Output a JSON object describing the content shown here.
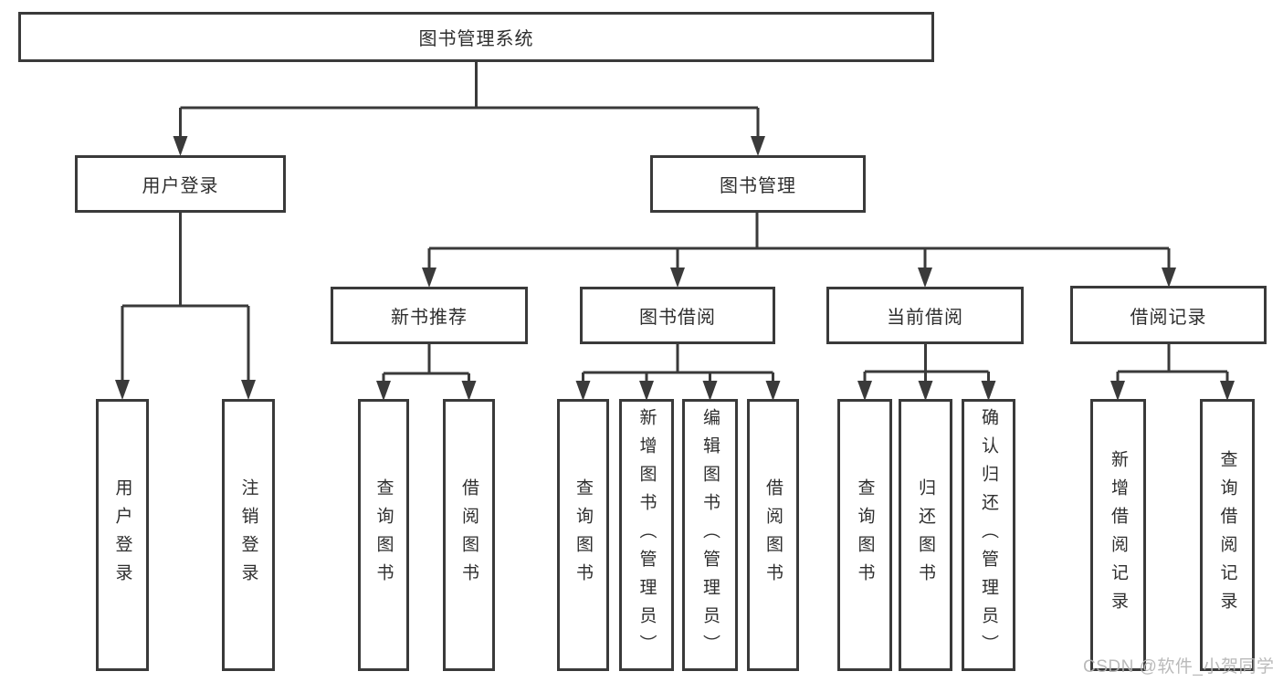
{
  "colors": {
    "line": "#3a3a3a",
    "text": "#2e2e2e",
    "box_background": "#ffffff",
    "page_background": "#ffffff",
    "watermark": "#b3b3b3"
  },
  "diagram": {
    "root": {
      "label": "图书管理系统"
    },
    "branches": [
      {
        "label": "用户登录",
        "leaves": [
          {
            "label": "用户登录"
          },
          {
            "label": "注销登录"
          }
        ]
      },
      {
        "label": "图书管理",
        "sections": [
          {
            "label": "新书推荐",
            "leaves": [
              {
                "label": "查询图书"
              },
              {
                "label": "借阅图书"
              }
            ]
          },
          {
            "label": "图书借阅",
            "leaves": [
              {
                "label": "查询图书"
              },
              {
                "label": "新增图书（管理员）"
              },
              {
                "label": "编辑图书（管理员）"
              },
              {
                "label": "借阅图书"
              }
            ]
          },
          {
            "label": "当前借阅",
            "leaves": [
              {
                "label": "查询图书"
              },
              {
                "label": "归还图书"
              },
              {
                "label": "确认归还（管理员）"
              }
            ]
          },
          {
            "label": "借阅记录",
            "leaves": [
              {
                "label": "新增借阅记录"
              },
              {
                "label": "查询借阅记录"
              }
            ]
          }
        ]
      }
    ]
  },
  "watermark": {
    "text": "CSDN @软件_小贺同学"
  }
}
